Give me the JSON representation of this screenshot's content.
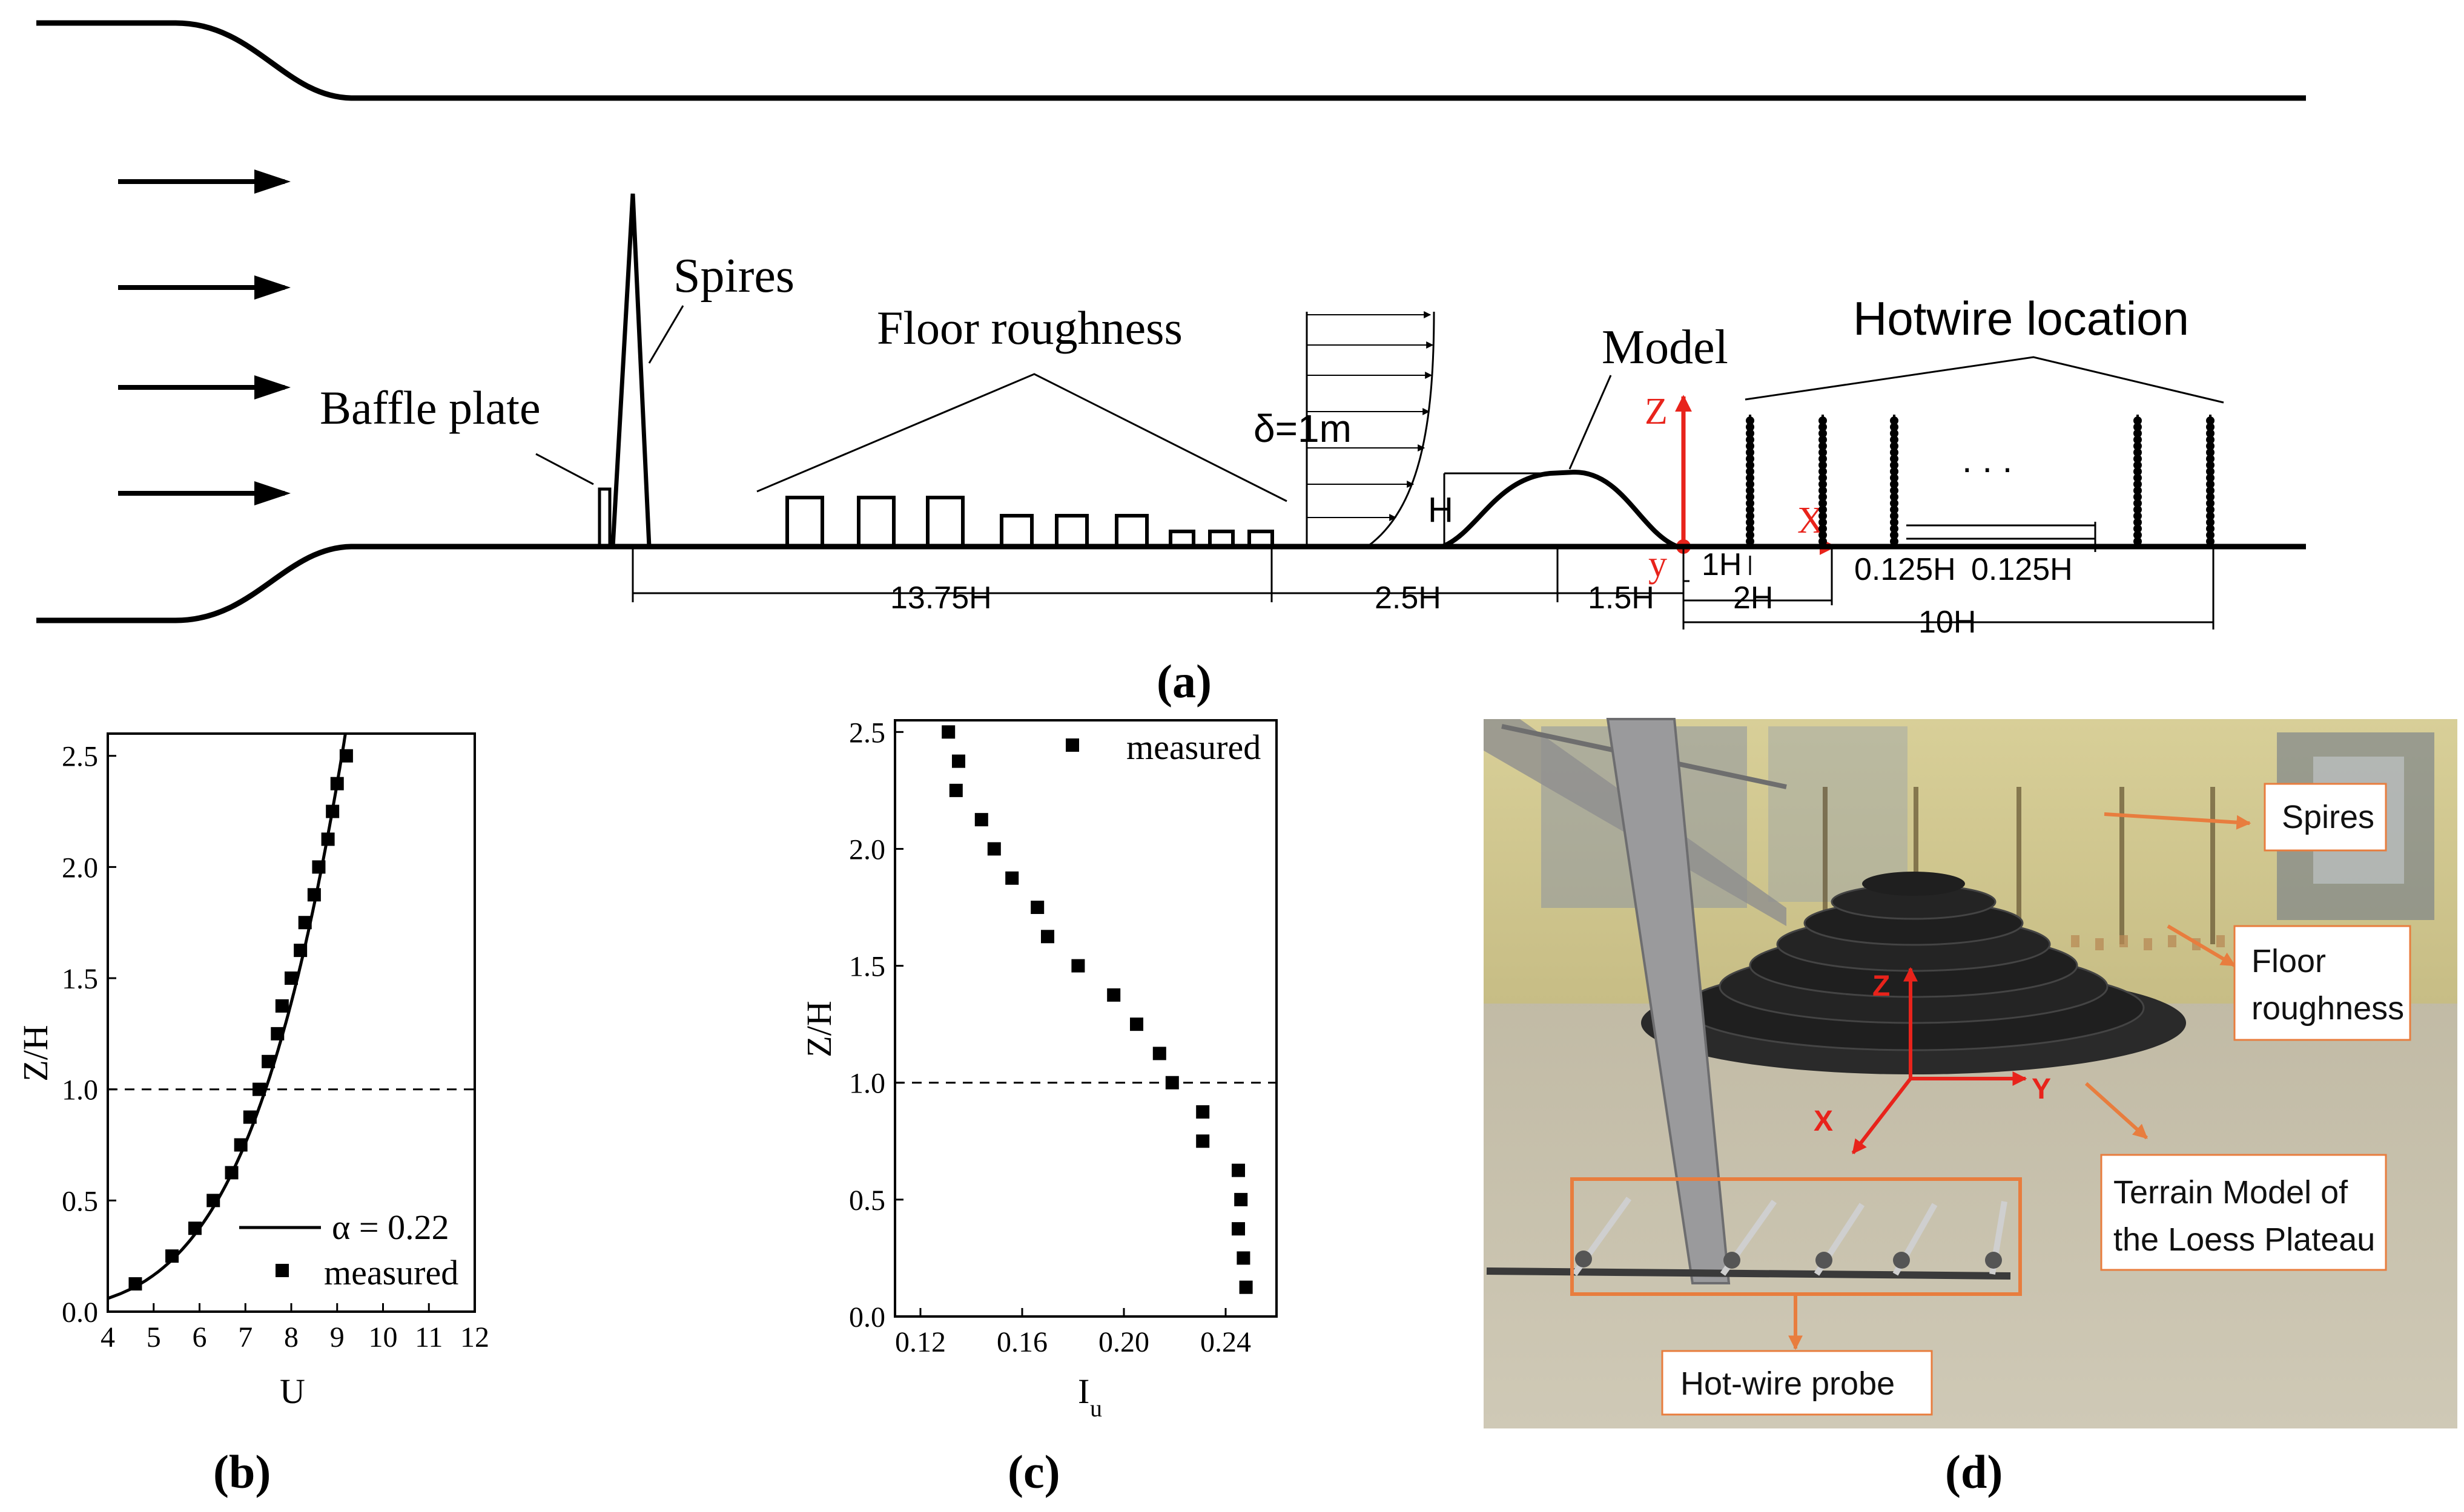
{
  "panel_a": {
    "label": "(a)",
    "labels": {
      "spires": "Spires",
      "baffle_plate": "Baffle plate",
      "floor_roughness": "Floor roughness",
      "boundary_layer": "δ=1m",
      "model": "Model",
      "hotwire_location": "Hotwire location",
      "height_mark": "H",
      "axis_z": "Z",
      "axis_x": "X",
      "axis_y": "y",
      "ellipsis": ". . ."
    },
    "dimensions": {
      "d_13_75H": "13.75H",
      "d_2_5H": "2.5H",
      "d_1_5H": "1.5H",
      "d_1H": "1H",
      "d_2H": "2H",
      "d_0_125H_a": "0.125H",
      "d_0_125H_b": "0.125H",
      "d_10H": "10H"
    }
  },
  "panel_b": {
    "label": "(b)"
  },
  "panel_c": {
    "label": "(c)"
  },
  "panel_d": {
    "label": "(d)",
    "callouts": {
      "spires": "Spires",
      "floor_roughness_1": "Floor",
      "floor_roughness_2": "roughness",
      "terrain_1": "Terrain Model of",
      "terrain_2": "the Loess Plateau",
      "hotwire_probe": "Hot-wire probe"
    },
    "axes": {
      "z": "Z",
      "x": "X",
      "y": "Y"
    },
    "colors": {
      "callout": "#e87d3e",
      "axis": "#e8231b"
    }
  },
  "chart_data": [
    {
      "type": "scatter",
      "panel": "b",
      "xlabel": "U",
      "ylabel": "Z/H",
      "xlim": [
        4,
        12
      ],
      "ylim": [
        0,
        2.6
      ],
      "xticks": [
        "4",
        "5",
        "6",
        "7",
        "8",
        "9",
        "10",
        "11",
        "12"
      ],
      "yticks": [
        "0.0",
        "0.5",
        "1.0",
        "1.5",
        "2.0",
        "2.5"
      ],
      "reference_line_y": 1.0,
      "legend_position": "bottom-right",
      "series": [
        {
          "name": "α = 0.22",
          "kind": "line",
          "alpha": 0.22,
          "u_ref": 7.44,
          "z_ref": 1.0
        },
        {
          "name": "measured",
          "kind": "markers",
          "points": [
            [
              4.6,
              0.125
            ],
            [
              5.4,
              0.25
            ],
            [
              5.9,
              0.375
            ],
            [
              6.3,
              0.5
            ],
            [
              6.7,
              0.625
            ],
            [
              6.9,
              0.75
            ],
            [
              7.1,
              0.875
            ],
            [
              7.3,
              1.0
            ],
            [
              7.5,
              1.125
            ],
            [
              7.7,
              1.25
            ],
            [
              7.8,
              1.375
            ],
            [
              8.0,
              1.5
            ],
            [
              8.2,
              1.625
            ],
            [
              8.3,
              1.75
            ],
            [
              8.5,
              1.875
            ],
            [
              8.6,
              2.0
            ],
            [
              8.8,
              2.125
            ],
            [
              8.9,
              2.25
            ],
            [
              9.0,
              2.375
            ],
            [
              9.2,
              2.5
            ]
          ]
        }
      ]
    },
    {
      "type": "scatter",
      "panel": "c",
      "xlabel": "I",
      "xlabel_subscript": "u",
      "ylabel": "Z/H",
      "xlim": [
        0.11,
        0.26
      ],
      "ylim": [
        0,
        2.55
      ],
      "xticks": [
        "0.12",
        "0.16",
        "0.20",
        "0.24"
      ],
      "xtick_values": [
        0.12,
        0.16,
        0.2,
        0.24
      ],
      "yticks": [
        "0.0",
        "0.5",
        "1.0",
        "1.5",
        "2.0",
        "2.5"
      ],
      "reference_line_y": 1.0,
      "legend_position": "top-right",
      "series": [
        {
          "name": "measured",
          "kind": "markers",
          "points": [
            [
              0.248,
              0.125
            ],
            [
              0.247,
              0.25
            ],
            [
              0.245,
              0.375
            ],
            [
              0.246,
              0.5
            ],
            [
              0.245,
              0.625
            ],
            [
              0.231,
              0.75
            ],
            [
              0.231,
              0.875
            ],
            [
              0.219,
              1.0
            ],
            [
              0.214,
              1.125
            ],
            [
              0.205,
              1.25
            ],
            [
              0.196,
              1.375
            ],
            [
              0.182,
              1.5
            ],
            [
              0.17,
              1.625
            ],
            [
              0.166,
              1.75
            ],
            [
              0.156,
              1.875
            ],
            [
              0.149,
              2.0
            ],
            [
              0.144,
              2.125
            ],
            [
              0.134,
              2.25
            ],
            [
              0.135,
              2.375
            ],
            [
              0.131,
              2.5
            ]
          ]
        }
      ]
    }
  ]
}
